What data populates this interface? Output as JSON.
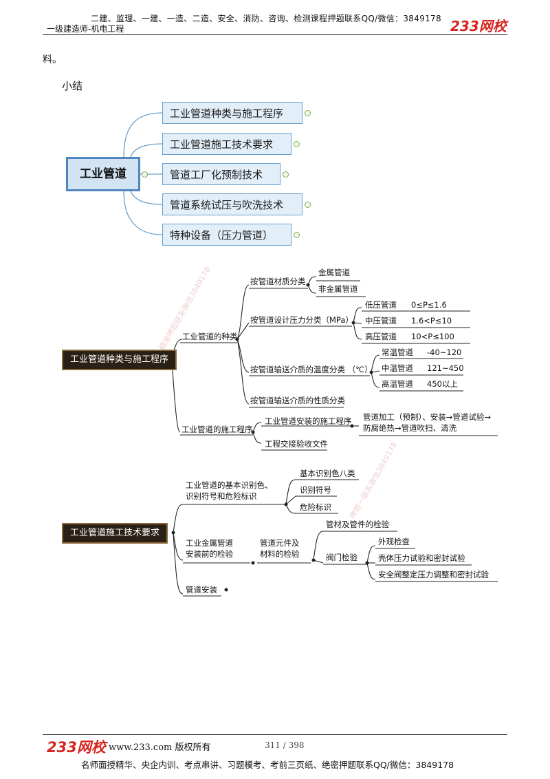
{
  "header": {
    "line1": "二建、监理、一建、一造、二造、安全、消防、咨询、检测课程押题联系QQ/微信：3849178",
    "line2": "一级建造师-机电工程",
    "logo": "233网校"
  },
  "body": {
    "p1": "料。",
    "p2": "小结"
  },
  "mindmap1": {
    "root": "工业管道",
    "items": [
      "工业管道种类与施工程序",
      "工业管道施工技术要求",
      "管道工厂化预制技术",
      "管道系统试压与吹洗技术",
      "特种设备（压力管道）"
    ]
  },
  "map2": {
    "root": "工业管道种类与施工程序",
    "types": "工业管道的种类",
    "by_material": "按管道材质分类",
    "metal": "金属管道",
    "nonmetal": "非金属管道",
    "by_pressure": "按管道设计压力分类（MPa）",
    "low": "低压管道",
    "low_v": "0≤P≤1.6",
    "mid": "中压管道",
    "mid_v": "1.6<P≤10",
    "high": "高压管道",
    "high_v": "10<P≤100",
    "by_temp": "按管道输送介质的温度分类 （℃）",
    "normal": "常温管道",
    "normal_v": "-40~120",
    "midt": "中温管道",
    "midt_v": "121~450",
    "hight": "高温管道",
    "hight_v": "450以上",
    "by_nature": "按管道输送介质的性质分类",
    "proc": "工业管道的施工程序",
    "install": "工业管道安装的施工程序",
    "install_v1": "管道加工（预制）、安装→管道试验→",
    "install_v2": "防腐绝热→管道吹扫、清洗",
    "handover": "工程交接验收文件",
    "wm": "精准押题联系微信3849178"
  },
  "map3": {
    "root": "工业管道施工技术要求",
    "ident_1": "工业管道的基本识别色、",
    "ident_2": "识别符号和危险标识",
    "basic": "基本识别色八类",
    "symbol": "识别符号",
    "danger": "危险标识",
    "metal_1": "工业金属管道",
    "metal_2": "安装前的检验",
    "comp_1": "管道元件及",
    "comp_2": "材料的检验",
    "pipes": "管材及管件的检验",
    "valve": "阀门检验",
    "appear": "外观检查",
    "shell": "壳体压力试验和密封试验",
    "safety": "安全阀整定压力调整和密封试验",
    "inst": "管道安装",
    "wm": "押题一联系微信3849178"
  },
  "footer": {
    "url": "www.233.com 版权所有",
    "page": "311 / 398",
    "text": "名师面授精华、央企内训、考点串讲、习题模考、考前三页纸、绝密押题联系QQ/微信：3849178",
    "logo": "233网校"
  }
}
